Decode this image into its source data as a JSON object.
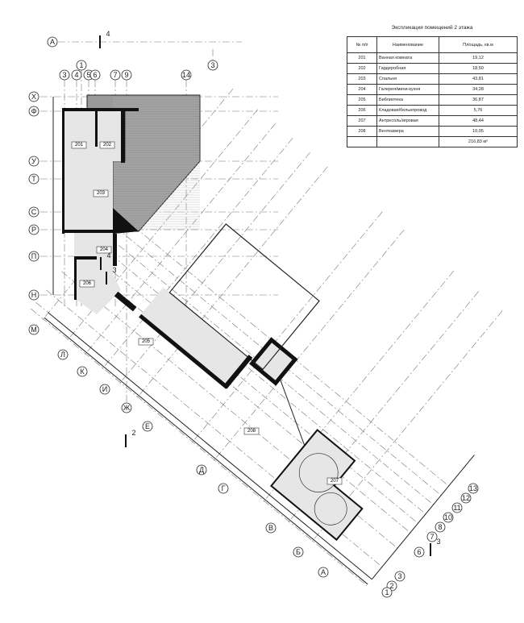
{
  "table": {
    "title": "Экспликация помещений 2 этажа",
    "headers": [
      "№ п/п",
      "Наименование",
      "Площадь, кв.м"
    ],
    "rows": [
      [
        "201",
        "Ванная комната",
        "19,12"
      ],
      [
        "202",
        "Гардеробная",
        "18,50"
      ],
      [
        "203",
        "Спальня",
        "43,81"
      ],
      [
        "204",
        "Галерея/мини-кухня",
        "34,28"
      ],
      [
        "205",
        "Библиотека",
        "36,87"
      ],
      [
        "206",
        "Кладовая/бельепровод",
        "5,76"
      ],
      [
        "207",
        "Антресоль/игровая",
        "48,44"
      ],
      [
        "208",
        "Венткамера",
        "10,05"
      ]
    ],
    "total": "216,83 м²"
  },
  "plan": {
    "top_axes": [
      "А",
      "1",
      "3",
      "3",
      "4",
      "5",
      "6",
      "7",
      "9",
      "14"
    ],
    "left_axes": [
      "Х",
      "Ф",
      "У",
      "Т",
      "С",
      "Р",
      "П",
      "Н"
    ],
    "diagonal_letter_axes": [
      "М",
      "Л",
      "К",
      "И",
      "Ж",
      "Е",
      "Д",
      "Г",
      "В",
      "Б",
      "А"
    ],
    "diagonal_number_axes": [
      "13",
      "12",
      "11",
      "10",
      "8",
      "7",
      "6",
      "3",
      "2",
      "1"
    ],
    "rooms": [
      "201",
      "202",
      "203",
      "204",
      "206",
      "205",
      "208",
      "207"
    ],
    "section_marks": [
      "4",
      "2",
      "3",
      "4",
      "3"
    ]
  },
  "colors": {
    "wall": "#111111",
    "floor": "#e6e6e6",
    "terrace": "#9a9a9a"
  }
}
